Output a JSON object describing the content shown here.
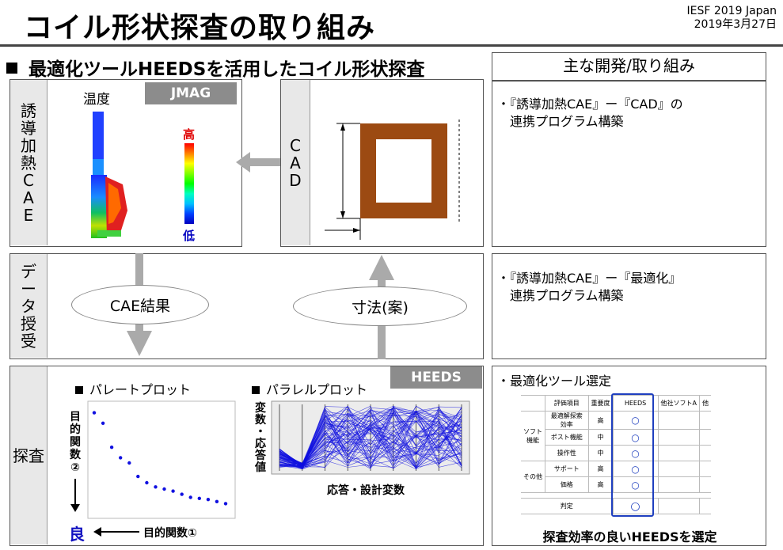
{
  "header": {
    "title": "コイル形状探査の取り組み",
    "event": "IESF 2019 Japan",
    "date": "2019年3月27日"
  },
  "subtitle": "最適化ツールHEEDSを活用したコイル形状探査",
  "left": {
    "cae_label": [
      "誘",
      "導",
      "加",
      "熱",
      "C",
      "A",
      "E"
    ],
    "cae_temperature": "温度",
    "cae_tag": "JMAG",
    "legend_high": "高",
    "legend_low": "低",
    "cad_label": [
      "C",
      "A",
      "D"
    ],
    "data_label": [
      "デ",
      "ー",
      "タ",
      "授",
      "受"
    ],
    "cae_result": "CAE結果",
    "dimension_proposal": "寸法(案)",
    "search_label": "探査",
    "heeds_tag": "HEEDS",
    "pareto_title": "パレートプロット",
    "parallel_title": "パラレルプロット",
    "pareto_ylabel": [
      "目",
      "的",
      "関",
      "数",
      "②"
    ],
    "pareto_xlabel": "目的関数①",
    "good": "良",
    "parallel_ylabel": [
      "変",
      "数",
      "・",
      "応",
      "答",
      "値"
    ],
    "parallel_xlabel": "応答・設計変数"
  },
  "right": {
    "heading": "主な開発/取り組み",
    "item1": [
      "・『誘導加熱CAE』ー『CAD』の",
      "連携プログラム構築"
    ],
    "item2": [
      "・『誘導加熱CAE』ー『最適化』",
      "連携プログラム構築"
    ],
    "item3": "・最適化ツール選定",
    "conclusion": "探査効率の良いHEEDSを選定",
    "table": {
      "headers": [
        "評価項目",
        "重要度",
        "HEEDS",
        "他社ソフトA",
        "他"
      ],
      "group_soft": "ソフト機能",
      "group_other": "その他",
      "rows": [
        {
          "item": "最適解探索効率",
          "importance": "高",
          "heeds": "○"
        },
        {
          "item": "ポスト機能",
          "importance": "中",
          "heeds": "○"
        },
        {
          "item": "操作性",
          "importance": "中",
          "heeds": "○"
        },
        {
          "item": "サポート",
          "importance": "高",
          "heeds": "○"
        },
        {
          "item": "価格",
          "importance": "高",
          "heeds": "○"
        }
      ],
      "verdict": "判定",
      "verdict_heeds": "○"
    }
  },
  "chart_data": {
    "type": "scatter",
    "title": "パレートプロット",
    "xlabel": "目的関数①",
    "ylabel": "目的関数②",
    "x": [
      1,
      2,
      3,
      4,
      5,
      6,
      7,
      8,
      9,
      10,
      11,
      12,
      13,
      14,
      15,
      16
    ],
    "y": [
      95,
      85,
      62,
      52,
      47,
      34,
      28,
      24,
      22,
      20,
      17,
      14,
      13,
      12,
      10,
      8
    ]
  },
  "colors": {
    "coil": "#9c4a12",
    "heeds_highlight": "#1f3fbf",
    "parallel_lines": "#1010e0",
    "arrow_gray": "#aaaaaa",
    "tag_gray": "#8c8c8c",
    "legend_high": "#e00000",
    "legend_low": "#0000c0"
  }
}
